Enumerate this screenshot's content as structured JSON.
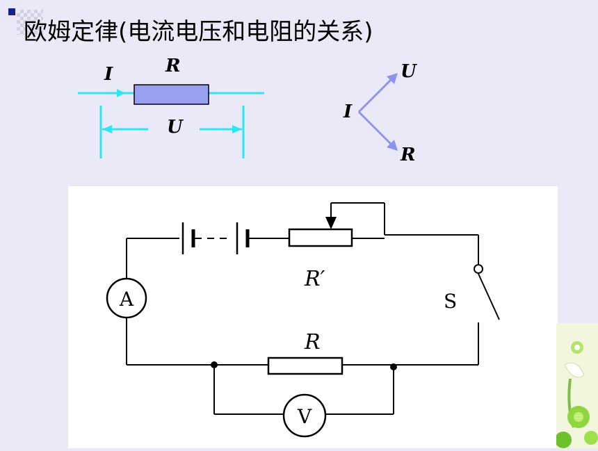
{
  "slide": {
    "title": "欧姆定律(电流电压和电阻的关系)"
  },
  "resistor_diagram": {
    "current_label": "I",
    "resistance_label": "R",
    "voltage_label": "U"
  },
  "relation_diagram": {
    "source_label": "I",
    "branch_top_label": "U",
    "branch_bottom_label": "R"
  },
  "circuit": {
    "ammeter_label": "A",
    "voltmeter_label": "V",
    "rheostat_label": "R′",
    "resistor_label": "R",
    "switch_label": "S"
  },
  "colors": {
    "background": "#e9e9f7",
    "bullet": "#1b1f8f",
    "wire_cyan": "#2ee6f0",
    "resistor_fill": "#9aa0f0",
    "arrow_blue": "#8f93ef"
  }
}
